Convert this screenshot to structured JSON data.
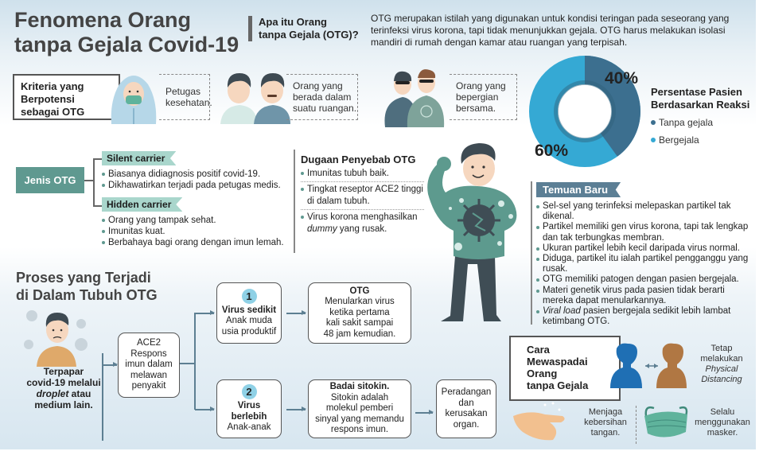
{
  "header": {
    "title_line1": "Fenomena Orang",
    "title_line2": "tanpa Gejala Covid-19",
    "question_line1": "Apa itu Orang",
    "question_line2": "tanpa Gejala (OTG)?",
    "description": "OTG merupakan istilah yang digunakan untuk kondisi teringan pada seseorang yang terinfeksi virus korona, tapi tidak menunjukkan gejala. OTG harus melakukan isolasi mandiri di rumah dengan kamar atau ruangan yang terpisah."
  },
  "criteria": {
    "label_line1": "Kriteria yang",
    "label_line2": "Berpotensi",
    "label_line3": "sebagai OTG",
    "items": [
      {
        "icon": "health-worker-icon",
        "line1": "Petugas",
        "line2": "kesehatan.",
        "line3": ""
      },
      {
        "icon": "two-people-icon",
        "line1": "Orang yang",
        "line2": "berada dalam",
        "line3": "suatu ruangan."
      },
      {
        "icon": "travelers-icon",
        "line1": "Orang yang",
        "line2": "bepergian",
        "line3": "bersama."
      }
    ]
  },
  "chart_data": {
    "type": "pie",
    "title": "Persentase Pasien Berdasarkan Reaksi",
    "categories": [
      "Tanpa gejala",
      "Bergejala"
    ],
    "values": [
      40,
      60
    ],
    "colors": [
      "#3c6f8f",
      "#35a9d4"
    ],
    "labels": [
      "40%",
      "60%"
    ],
    "legend_position": "right"
  },
  "donut": {
    "title_line1": "Persentase Pasien",
    "title_line2": "Berdasarkan Reaksi",
    "pct_a": "40%",
    "pct_b": "60%",
    "legend_a": "Tanpa gejala",
    "legend_b": "Bergejala",
    "color_a": "#3c6f8f",
    "color_b": "#35a9d4"
  },
  "jenis": {
    "label": "Jenis OTG",
    "silent": {
      "title": "Silent carrier",
      "items": [
        "Biasanya didiagnosis positif covid-19.",
        "Dikhawatirkan terjadi pada petugas medis."
      ]
    },
    "hidden": {
      "title": "Hidden carrier",
      "items": [
        "Orang yang tampak sehat.",
        "Imunitas kuat.",
        "Berbahaya bagi orang dengan imun lemah."
      ]
    }
  },
  "dugaan": {
    "title": "Dugaan Penyebab OTG",
    "items": [
      "Imunitas tubuh baik.",
      "Tingkat reseptor ACE2 tinggi di dalam tubuh.",
      "Virus korona menghasilkan"
    ],
    "item3_italic": "dummy",
    "item3_rest": " yang rusak."
  },
  "temuan": {
    "title": "Temuan Baru",
    "items": [
      "Sel-sel yang terinfeksi melepaskan partikel tak dikenal.",
      "Partikel memiliki gen virus korona, tapi tak lengkap dan tak terbungkas membran.",
      "Ukuran partikel lebih kecil daripada virus normal.",
      "Diduga, partikel itu ialah partikel pengganggu yang rusak.",
      "OTG memiliki patogen dengan pasien bergejala.",
      "Materi genetik virus pada pasien tidak berarti mereka dapat menularkannya."
    ],
    "last_italic": "Viral load",
    "last_rest": " pasien bergejala sedikit lebih lambat ketimbang OTG."
  },
  "proses": {
    "title_line1": "Proses yang Terjadi",
    "title_line2": "di Dalam Tubuh OTG",
    "exposed_line1": "Terpapar",
    "exposed_line2": "covid-19 melalui",
    "exposed_italic": "droplet",
    "exposed_line3_rest": " atau",
    "exposed_line4": "medium lain.",
    "ace2": {
      "l1": "ACE2",
      "l2": "Respons",
      "l3": "imun dalam",
      "l4": "melawan",
      "l5": "penyakit"
    },
    "path1": {
      "num": "1",
      "title": "Virus sedikit",
      "l1": "Anak muda",
      "l2": "usia produktif"
    },
    "otg": {
      "title": "OTG",
      "l1": "Menularkan virus",
      "l2": "ketika pertama",
      "l3": "kali sakit sampai",
      "l4": "48 jam kemudian."
    },
    "path2": {
      "num": "2",
      "title_l1": "Virus",
      "title_l2": "berlebih",
      "l1": "Anak-anak"
    },
    "badai": {
      "title": "Badai sitokin.",
      "l1": "Sitokin adalah",
      "l2": "molekul pemberi",
      "l3": "sinyal yang memandu",
      "l4": "respons imun."
    },
    "radang": {
      "l1": "Peradangan",
      "l2": "dan",
      "l3": "kerusakan",
      "l4": "organ."
    }
  },
  "cara": {
    "l1": "Cara",
    "l2": "Mewaspadai",
    "l3": "Orang",
    "l4": "tanpa Gejala",
    "distancing": {
      "l1": "Tetap",
      "l2": "melakukan",
      "l3": "Physical",
      "l4": "Distancing"
    },
    "hands": {
      "l1": "Menjaga",
      "l2": "kebersihan",
      "l3": "tangan."
    },
    "mask": {
      "l1": "Selalu",
      "l2": "menggunakan",
      "l3": "masker."
    }
  }
}
